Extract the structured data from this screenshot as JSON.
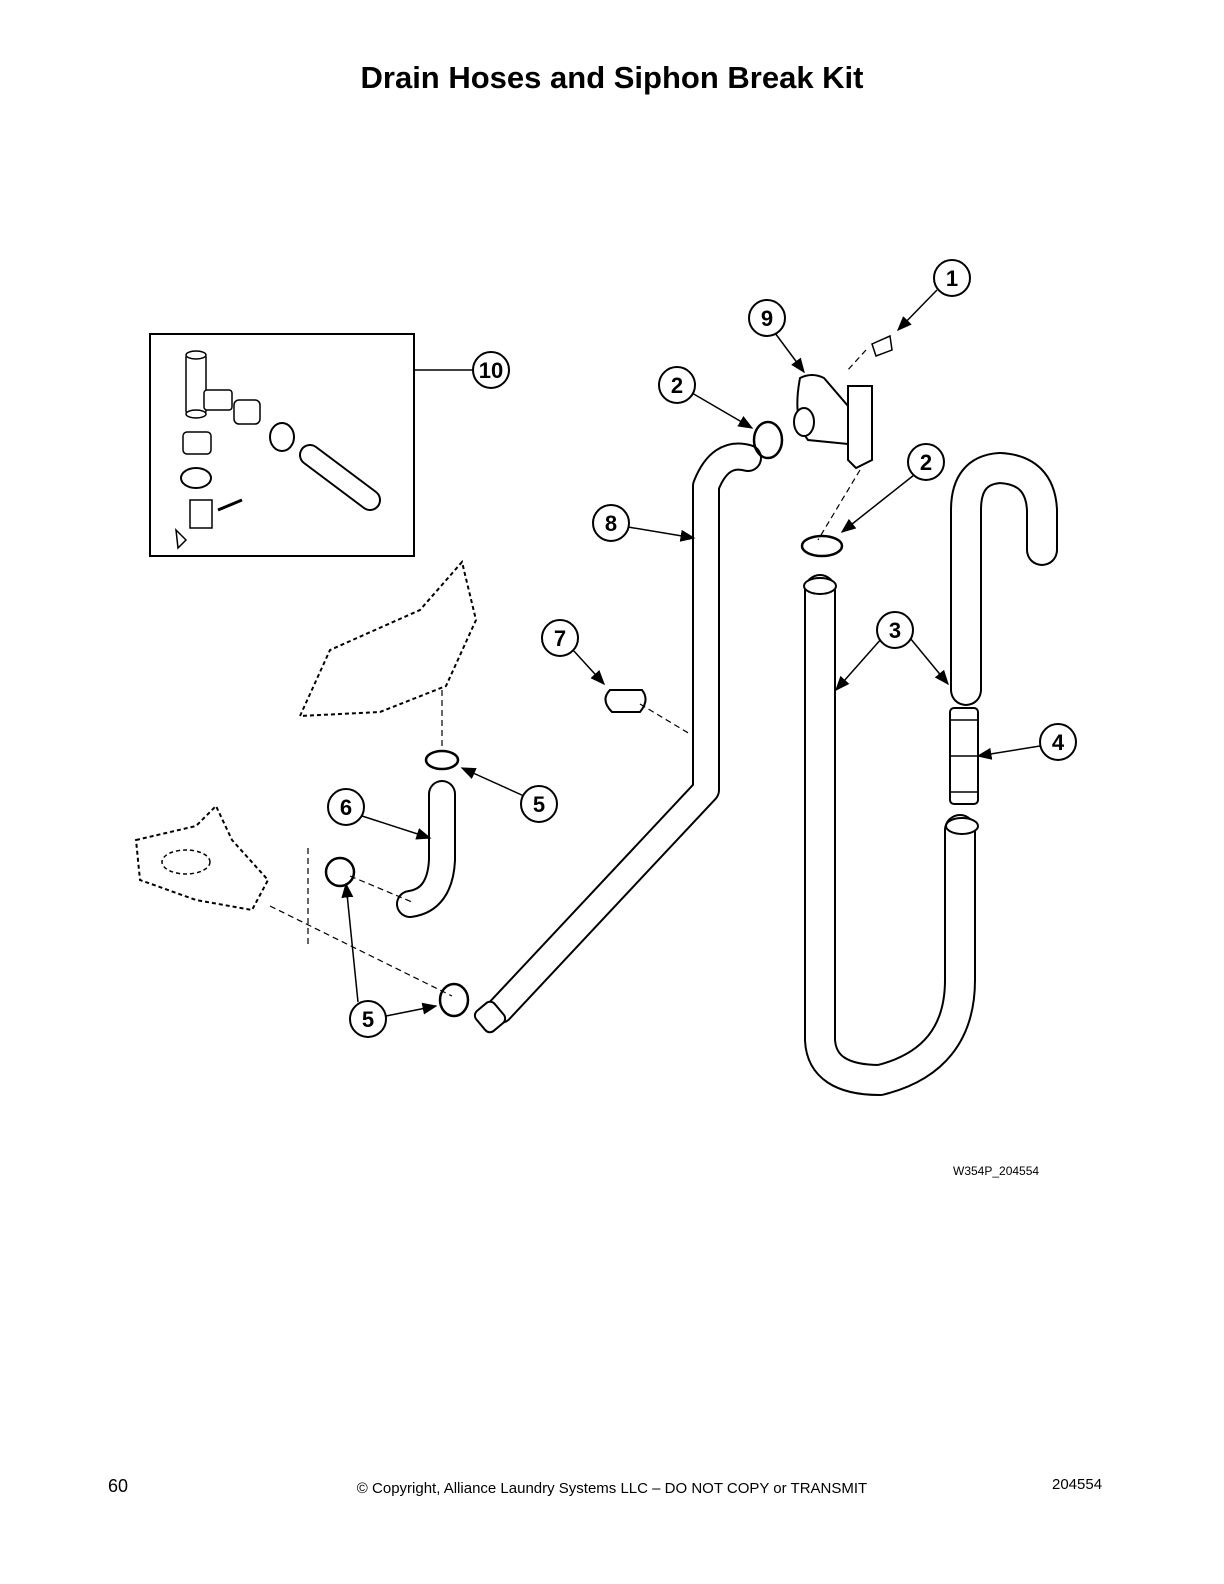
{
  "page": {
    "title": "Drain Hoses and Siphon Break Kit",
    "figure_id": "W354P_204554",
    "footer": {
      "page_number": "60",
      "copyright": "© Copyright, Alliance Laundry Systems LLC – DO NOT COPY or TRANSMIT",
      "doc_number": "204554"
    }
  },
  "callouts": [
    {
      "id": "c1",
      "label": "1"
    },
    {
      "id": "c9",
      "label": "9"
    },
    {
      "id": "c10",
      "label": "10"
    },
    {
      "id": "c2a",
      "label": "2"
    },
    {
      "id": "c2b",
      "label": "2"
    },
    {
      "id": "c8",
      "label": "8"
    },
    {
      "id": "c7",
      "label": "7"
    },
    {
      "id": "c3",
      "label": "3"
    },
    {
      "id": "c4",
      "label": "4"
    },
    {
      "id": "c6",
      "label": "6"
    },
    {
      "id": "c5a",
      "label": "5"
    },
    {
      "id": "c5b",
      "label": "5"
    }
  ]
}
